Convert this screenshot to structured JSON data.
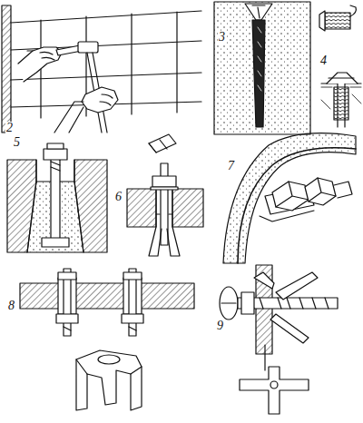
{
  "diagram": {
    "labels": [
      "2",
      "3",
      "4",
      "5",
      "6",
      "7",
      "8",
      "9"
    ]
  }
}
